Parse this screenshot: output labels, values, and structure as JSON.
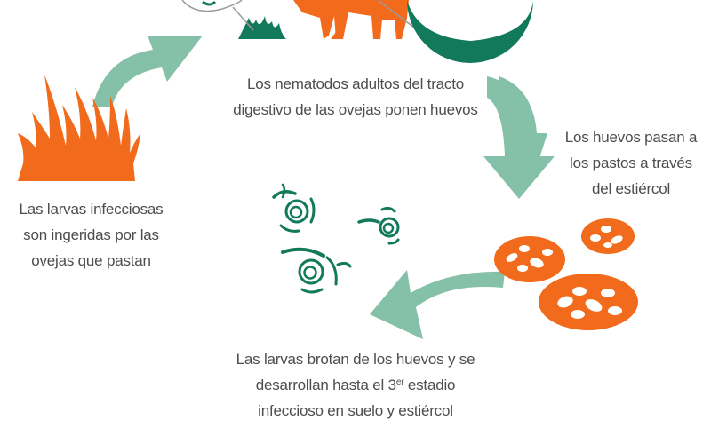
{
  "captions": {
    "adults": [
      "Los nematodos adultos del tracto",
      "digestivo de las ovejas ponen huevos"
    ],
    "eggs": [
      "Los huevos pasan a",
      "los pastos a través",
      "del estiércol"
    ],
    "hatch": {
      "line1": "Las larvas brotan de los huevos y se",
      "line2_before": "desarrollan hasta el 3",
      "line2_sup": "er",
      "line2_after": " estadio",
      "line3": "infeccioso en suelo y estiércol"
    },
    "infective": [
      "Las larvas infecciosas",
      "son ingeridas por las",
      "ovejas que pastan"
    ]
  },
  "colors": {
    "orange": "#f26a1b",
    "green": "#127a5a",
    "arrow": "#85c0a9",
    "text": "#4d4d4d"
  }
}
